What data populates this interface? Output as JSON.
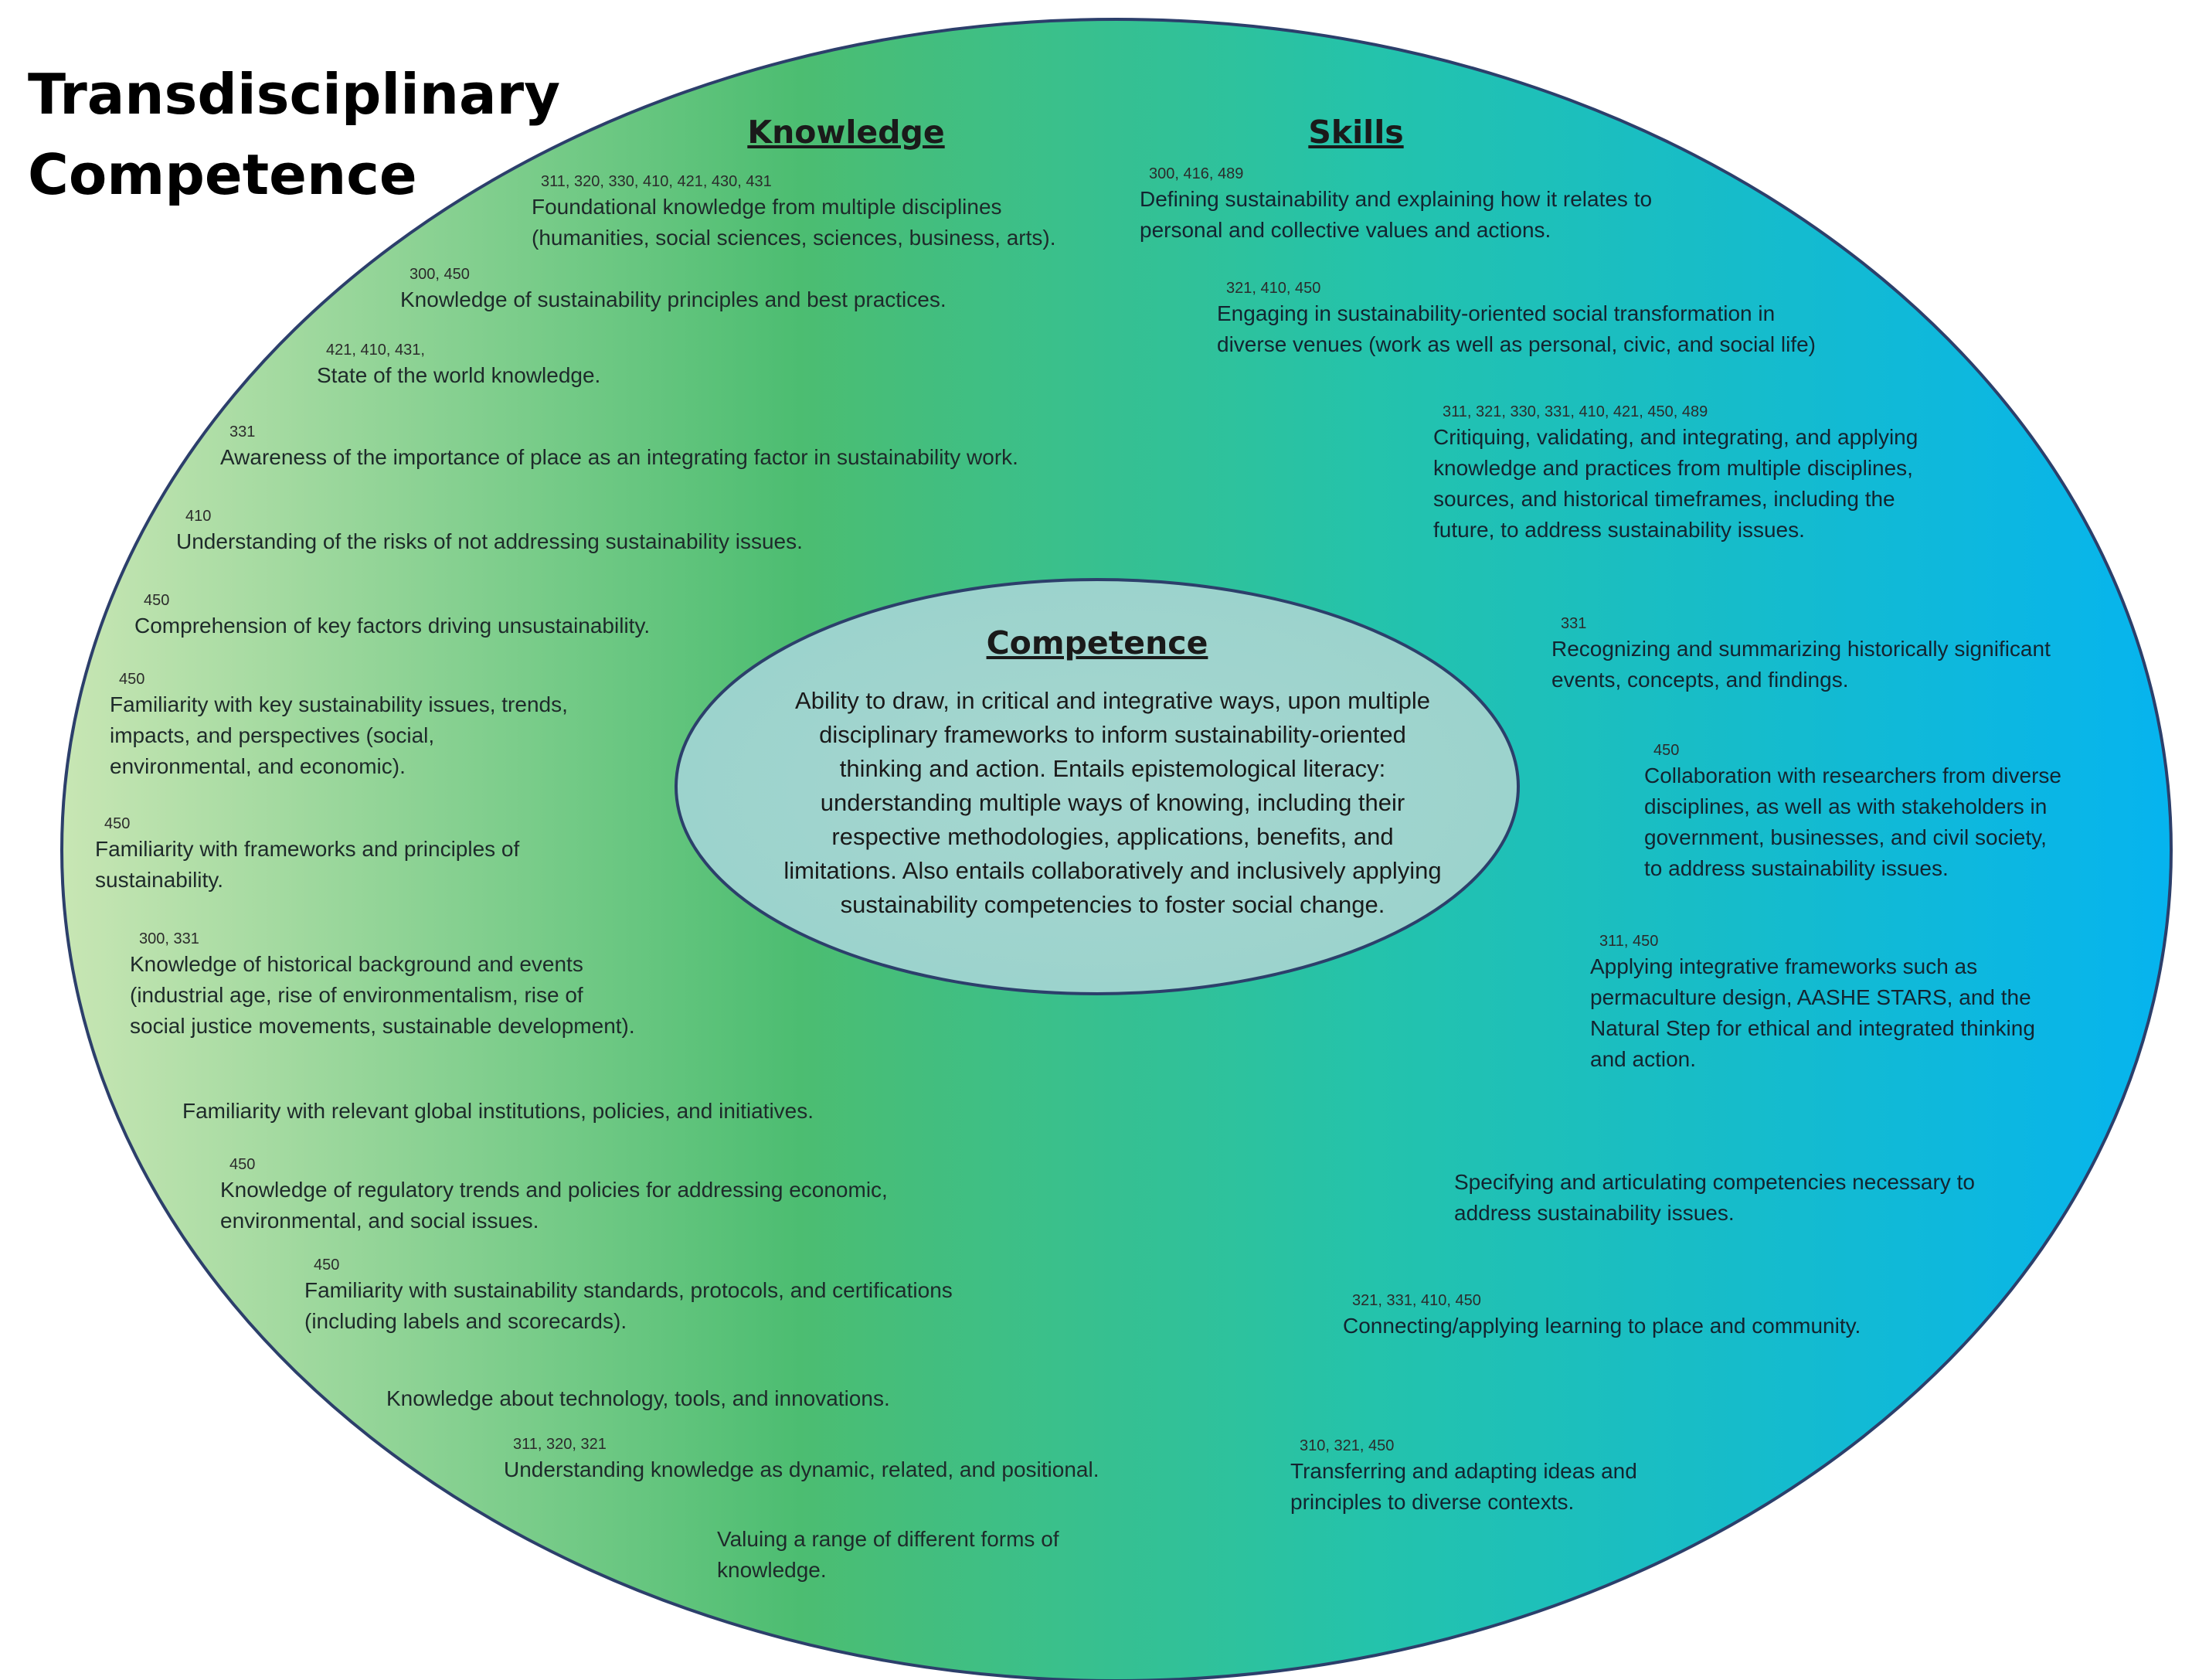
{
  "title": "Transdisciplinary\nCompetence",
  "colors": {
    "green_light": "#c8e6b4",
    "green_mid": "#4cbd71",
    "teal": "#24c3ab",
    "blue": "#06b4ef",
    "outline": "#2c3f6b",
    "inner_fill": "#9ad2cc"
  },
  "knowledge": {
    "heading": "Knowledge",
    "items": [
      {
        "codes": "311, 320, 330, 410, 421, 430, 431",
        "text": "Foundational knowledge from multiple disciplines\n(humanities, social sciences, sciences, business, arts)."
      },
      {
        "codes": "300, 450",
        "text": "Knowledge of sustainability principles and best practices."
      },
      {
        "codes": "421, 410, 431,",
        "text": "State of the world knowledge."
      },
      {
        "codes": "331",
        "text": "Awareness of the importance of place as an integrating factor in sustainability work."
      },
      {
        "codes": "410",
        "text": "Understanding of the risks of not addressing sustainability issues."
      },
      {
        "codes": "450",
        "text": "Comprehension of key factors driving unsustainability."
      },
      {
        "codes": "450",
        "text": "Familiarity with key sustainability issues, trends,\nimpacts, and perspectives (social,\nenvironmental, and economic)."
      },
      {
        "codes": "450",
        "text": "Familiarity with frameworks and principles of\nsustainability."
      },
      {
        "codes": "300, 331",
        "text": "Knowledge of historical background and events\n(industrial age, rise of environmentalism, rise of\nsocial justice movements, sustainable development)."
      },
      {
        "codes": "",
        "text": "Familiarity with relevant global institutions, policies, and initiatives."
      },
      {
        "codes": "450",
        "text": "Knowledge of regulatory trends and policies for addressing economic,\nenvironmental, and social issues."
      },
      {
        "codes": "450",
        "text": "Familiarity with sustainability standards, protocols, and certifications\n(including labels and scorecards)."
      },
      {
        "codes": "",
        "text": "Knowledge about technology, tools, and innovations."
      },
      {
        "codes": "311, 320, 321",
        "text": "Understanding knowledge as dynamic, related, and positional."
      },
      {
        "codes": "",
        "text": "Valuing a range of different forms of\nknowledge."
      }
    ]
  },
  "skills": {
    "heading": "Skills",
    "items": [
      {
        "codes": "300, 416, 489",
        "text": "Defining sustainability and explaining how it relates to\npersonal and collective values and actions."
      },
      {
        "codes": "321, 410, 450",
        "text": "Engaging in sustainability-oriented social transformation in\ndiverse venues (work as well as personal, civic, and social life)"
      },
      {
        "codes": "311, 321, 330, 331, 410, 421, 450, 489",
        "text": "Critiquing, validating, and integrating, and applying\nknowledge and practices from multiple disciplines,\nsources, and historical timeframes, including the\nfuture, to address sustainability issues."
      },
      {
        "codes": "331",
        "text": "Recognizing and summarizing historically significant\nevents, concepts, and findings."
      },
      {
        "codes": "450",
        "text": "Collaboration with researchers from diverse\ndisciplines, as well as with stakeholders in\ngovernment, businesses, and civil society,\nto address sustainability issues."
      },
      {
        "codes": "311, 450",
        "text": "Applying integrative frameworks such as\npermaculture design, AASHE STARS, and the\nNatural  Step for ethical and integrated thinking\nand action."
      },
      {
        "codes": "",
        "text": "Specifying and articulating competencies necessary to\naddress sustainability issues."
      },
      {
        "codes": "321, 331, 410, 450",
        "text": "Connecting/applying learning to place and community."
      },
      {
        "codes": "310, 321, 450",
        "text": "Transferring and adapting ideas and\nprinciples to diverse contexts."
      }
    ]
  },
  "competence": {
    "heading": "Competence",
    "text": "Ability to draw, in critical and integrative ways, upon multiple disciplinary frameworks to inform sustainability-oriented thinking and action. Entails epistemological literacy: understanding multiple ways of knowing, including their respective methodologies, applications, benefits, and limitations. Also entails collaboratively and inclusively applying sustainability competencies to foster social change."
  }
}
